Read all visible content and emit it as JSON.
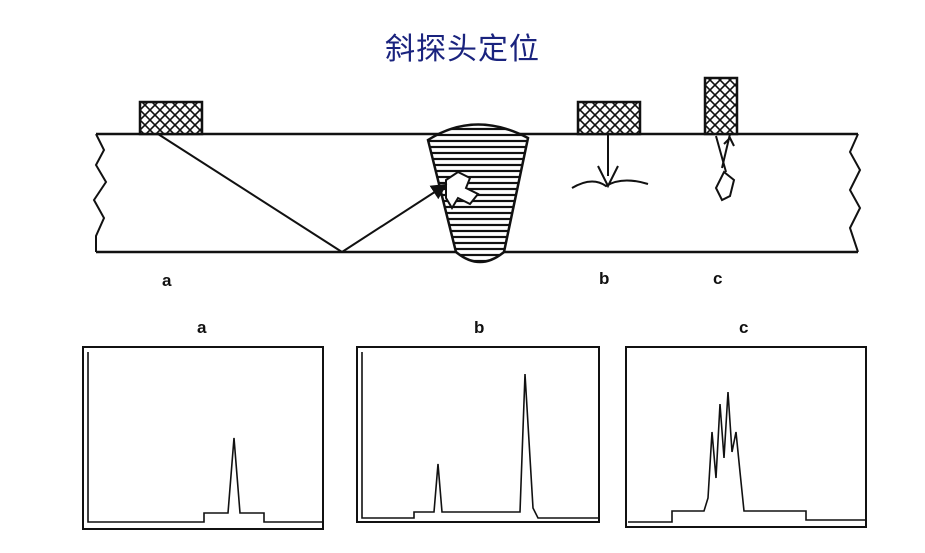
{
  "title": "斜探头定位",
  "diagram": {
    "position_labels": [
      "a",
      "b",
      "c"
    ],
    "screen_labels": [
      "a",
      "b",
      "c"
    ]
  },
  "colors": {
    "title": "#1a237e",
    "line": "#111111"
  }
}
